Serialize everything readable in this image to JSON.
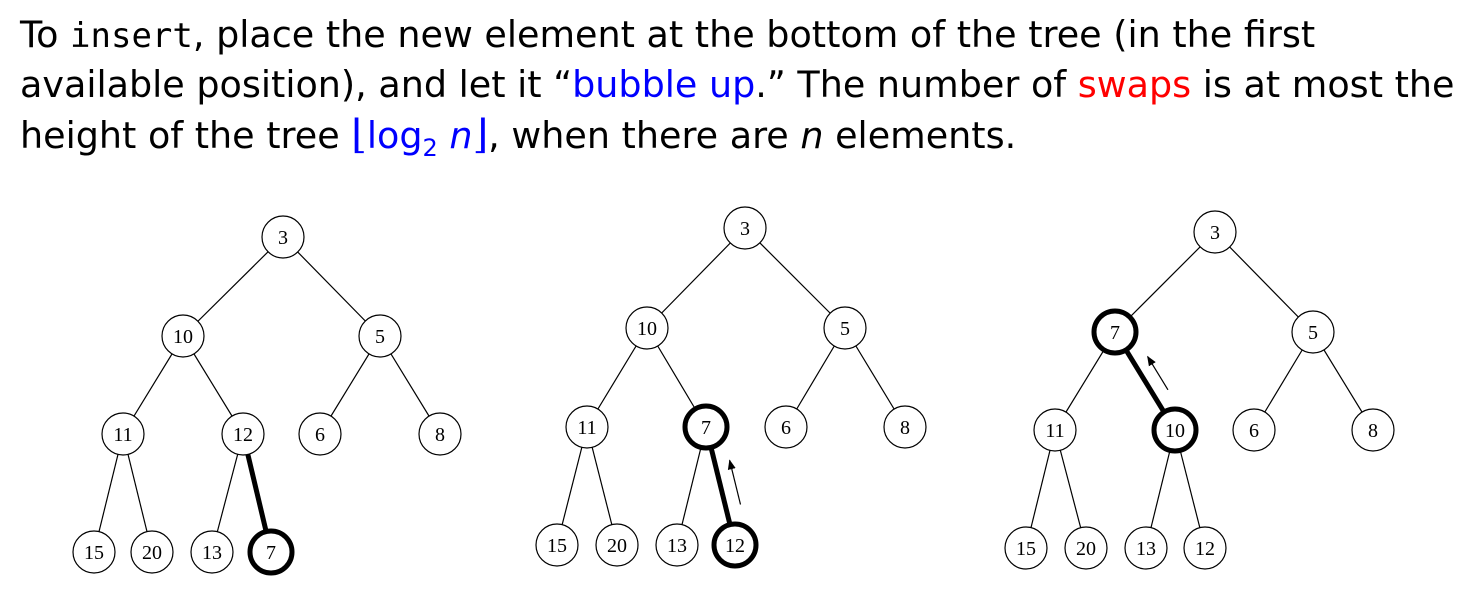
{
  "text": {
    "line1": {
      "p1": "To ",
      "code": "insert",
      "p2": ", place the new element at the bottom of the tree (in the first"
    },
    "line2": {
      "p1": "available position), and let it “",
      "bubble": "bubble up",
      "p2": ".”  The number of ",
      "swaps": "swaps",
      "p3": " is at most the"
    },
    "line3": {
      "p1": "height of the tree ",
      "lfloor": "⌊",
      "log": "log",
      "base": "2",
      "n": " n",
      "rfloor": "⌋",
      "p2": ", when there are ",
      "n2": "n",
      "p3": " elements."
    }
  },
  "colors": {
    "blue": "#0000ff",
    "red": "#ff0000",
    "text": "#000000"
  },
  "heaps": [
    {
      "nodes": [
        "3",
        "10",
        "5",
        "11",
        "12",
        "6",
        "8",
        "15",
        "20",
        "13",
        "7"
      ],
      "highlight_nodes": [
        10
      ],
      "highlight_edge": [
        4,
        10
      ],
      "arrow": null
    },
    {
      "nodes": [
        "3",
        "10",
        "5",
        "11",
        "7",
        "6",
        "8",
        "15",
        "20",
        "13",
        "12"
      ],
      "highlight_nodes": [
        4,
        10
      ],
      "highlight_edge": [
        4,
        10
      ],
      "arrow": [
        10,
        4
      ]
    },
    {
      "nodes": [
        "3",
        "7",
        "5",
        "11",
        "10",
        "6",
        "8",
        "15",
        "20",
        "13",
        "12"
      ],
      "highlight_nodes": [
        1,
        4
      ],
      "highlight_edge": [
        1,
        4
      ],
      "arrow": [
        4,
        1
      ]
    }
  ]
}
